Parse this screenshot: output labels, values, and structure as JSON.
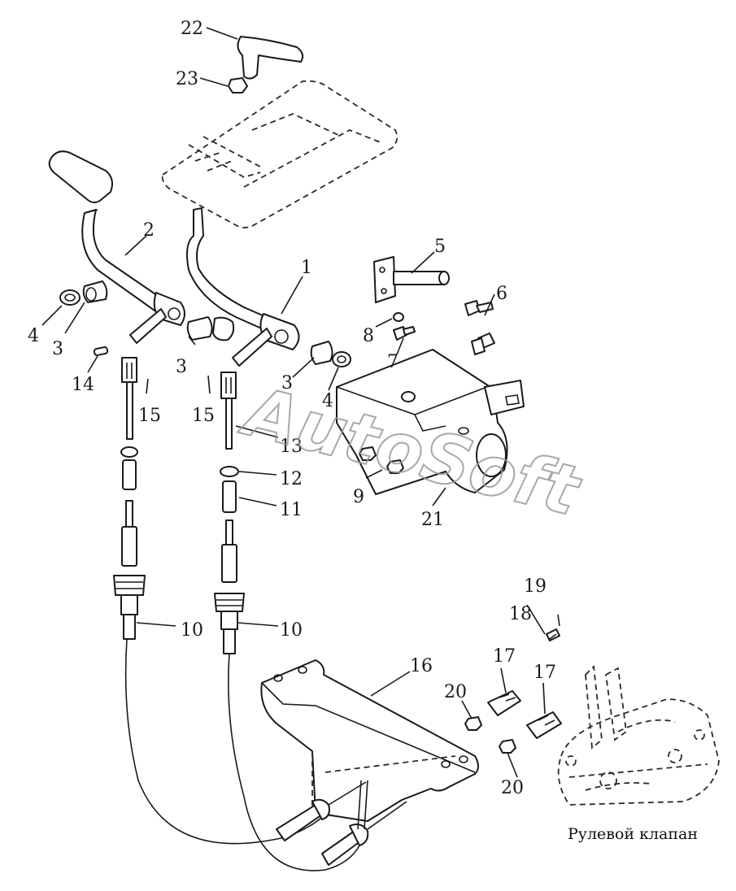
{
  "watermark": "AutoSoft",
  "caption": "Рулевой клапан",
  "callouts": [
    {
      "id": "c22",
      "text": "22"
    },
    {
      "id": "c23",
      "text": "23"
    },
    {
      "id": "c2",
      "text": "2"
    },
    {
      "id": "c1",
      "text": "1"
    },
    {
      "id": "c5",
      "text": "5"
    },
    {
      "id": "c6",
      "text": "6"
    },
    {
      "id": "c4a",
      "text": "4"
    },
    {
      "id": "c3a",
      "text": "3"
    },
    {
      "id": "c14",
      "text": "14"
    },
    {
      "id": "c15a",
      "text": "15"
    },
    {
      "id": "c3b",
      "text": "3"
    },
    {
      "id": "c15b",
      "text": "15"
    },
    {
      "id": "c8",
      "text": "8"
    },
    {
      "id": "c7",
      "text": "7"
    },
    {
      "id": "c3c",
      "text": "3"
    },
    {
      "id": "c4b",
      "text": "4"
    },
    {
      "id": "c13",
      "text": "13"
    },
    {
      "id": "c12",
      "text": "12"
    },
    {
      "id": "c11",
      "text": "11"
    },
    {
      "id": "c9",
      "text": "9"
    },
    {
      "id": "c21",
      "text": "21"
    },
    {
      "id": "c10a",
      "text": "10"
    },
    {
      "id": "c10b",
      "text": "10"
    },
    {
      "id": "c19",
      "text": "19"
    },
    {
      "id": "c18",
      "text": "18"
    },
    {
      "id": "c16",
      "text": "16"
    },
    {
      "id": "c17a",
      "text": "17"
    },
    {
      "id": "c17b",
      "text": "17"
    },
    {
      "id": "c20a",
      "text": "20"
    },
    {
      "id": "c20b",
      "text": "20"
    }
  ]
}
